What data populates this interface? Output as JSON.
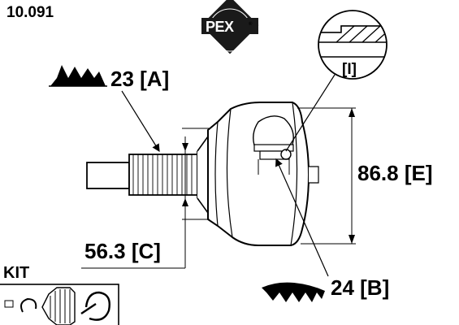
{
  "part_number": "10.091",
  "brand": {
    "name": "PEX",
    "registered_mark": "®"
  },
  "dimensions": {
    "a": "23 [A]",
    "b": "24 [B]",
    "c": "56.3 [C]",
    "e": "86.8 [E]"
  },
  "detail_label": "[I]",
  "kit_label": "KIT",
  "colors": {
    "ink": "#000000",
    "paper": "#ffffff",
    "logo_bg": "#1a1a1a"
  }
}
